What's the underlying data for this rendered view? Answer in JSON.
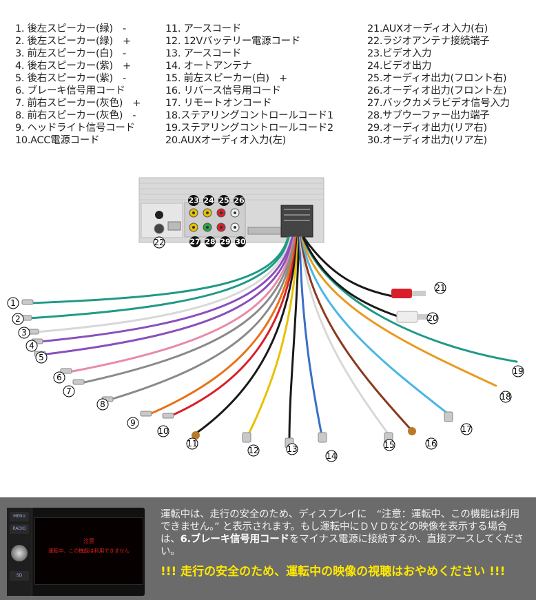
{
  "legend": {
    "col1": [
      "1. 後左スピーカー(緑)　-",
      "2. 後左スピーカー(緑)　+",
      "3. 前左スピーカー(白)　-",
      "4. 後右スピーカー(紫)　+",
      "5. 後右スピーカー(紫)　-",
      "6. ブレーキ信号用コード",
      "7. 前右スピーカー(灰色)　+",
      "8. 前右スピーカー(灰色)　-",
      "9. ヘッドライト信号コード",
      "10.ACC電源コード"
    ],
    "col2": [
      "11. アースコード",
      "12. 12Vバッテリー電源コード",
      "13. アースコード",
      "14. オートアンテナ",
      "15. 前左スピーカー(白)　+",
      "16. リバース信号用コード",
      "17. リモートオンコード",
      "18.ステアリングコントロールコード1",
      "19.ステアリングコントロールコード2",
      "20.AUXオーディオ入力(左)"
    ],
    "col3": [
      "21.AUXオーディオ入力(右)",
      "22.ラジオアンテナ接続端子",
      "23.ビデオ入力",
      "24.ビデオ出力",
      "25.オーディオ出力(フロント右)",
      "26.オーディオ出力(フロント左)",
      "27.バックカメラビデオ信号入力",
      "28.サブウーファー出力端子",
      "29.オーディオ出力(リア右)",
      "30.オーディオ出力(リア左)"
    ]
  },
  "callouts": [
    "1",
    "2",
    "3",
    "4",
    "5",
    "6",
    "7",
    "8",
    "9",
    "10",
    "11",
    "12",
    "13",
    "14",
    "15",
    "16",
    "17",
    "18",
    "19",
    "20",
    "21",
    "22"
  ],
  "panel_callouts": [
    "23",
    "24",
    "25",
    "26",
    "27",
    "28",
    "29",
    "30"
  ],
  "wire_colors": {
    "green": "#1f9a86",
    "purple": "#8a4fbd",
    "white": "#d8d8d8",
    "gray": "#8a8a8a",
    "pink": "#e88aa8",
    "orange": "#e8721a",
    "red": "#d8202a",
    "black": "#1a1a1a",
    "yellow": "#e8c000",
    "blue": "#3a6fc8",
    "brown": "#8a3a20",
    "lightblue": "#49b6e8",
    "amber": "#e89a20"
  },
  "bottom": {
    "unit_buttons": [
      "MENU",
      "RADIO",
      "",
      "",
      "",
      "SD"
    ],
    "screen_title": "注意",
    "screen_message": "運転中、この機能は利用できません",
    "notice_1": "運転中は、走行の安全のため、ディスプレイに　“注意：運転中、この機能は利用できません。” と表示されます。もし運転中にＤＶＤなどの映像を表示する場合は、",
    "notice_highlight": "6.ブレーキ信号用コード",
    "notice_2": "をマイナス電源に接続するか、直接アースしてください。",
    "alert": "!!! 走行の安全のため、運転中の映像の視聴はおやめください !!!"
  }
}
